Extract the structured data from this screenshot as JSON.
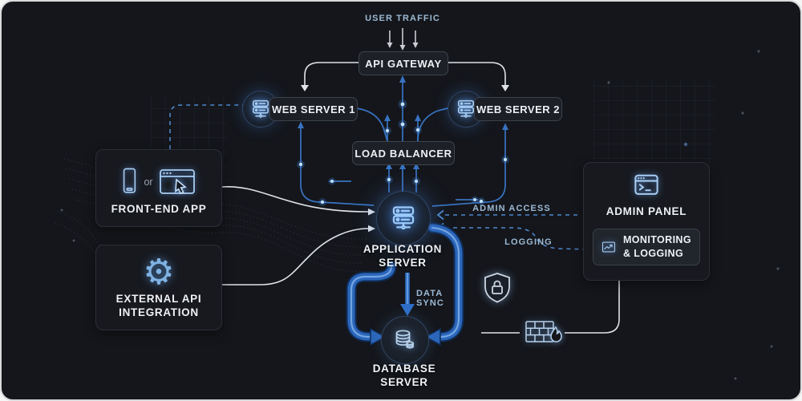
{
  "colors": {
    "background": "#14161b",
    "accent_blue": "#3873c2",
    "pipe_blue": "#2b66bb",
    "icon_blue": "#a8cdf2",
    "label_blue": "#9cb9d4",
    "line_white": "#dfe3e8",
    "box_bg": "#1d2026",
    "box_border": "#3f444d"
  },
  "labels": {
    "user_traffic": "USER TRAFFIC",
    "admin_access": "ADMIN ACCESS",
    "logging": "LOGGING",
    "data_sync": "DATA SYNC",
    "or": "or"
  },
  "nodes": {
    "api_gateway": {
      "label": "API GATEWAY"
    },
    "web_server_1": {
      "label": "WEB SERVER 1",
      "icon": "server-stack-icon"
    },
    "web_server_2": {
      "label": "WEB SERVER 2",
      "icon": "server-stack-icon"
    },
    "load_balancer": {
      "label": "LOAD BALANCER"
    },
    "front_end_app": {
      "label": "FRONT-END APP",
      "icons": [
        "smartphone-icon",
        "browser-cursor-icon"
      ]
    },
    "external_api": {
      "label": "EXTERNAL API INTEGRATION",
      "icon": "gear-icon"
    },
    "application_server": {
      "label": "APPLICATION SERVER",
      "icon": "server-stack-icon"
    },
    "admin_panel": {
      "label": "ADMIN PANEL",
      "icon": "terminal-icon"
    },
    "monitoring_logging": {
      "label": "MONITORING & LOGGING",
      "icon": "line-chart-icon"
    },
    "database_server": {
      "label": "DATABASE SERVER",
      "icon": "database-icon"
    },
    "security_shield": {
      "icon": "shield-lock-icon"
    },
    "firewall": {
      "icon": "firewall-icon"
    }
  }
}
